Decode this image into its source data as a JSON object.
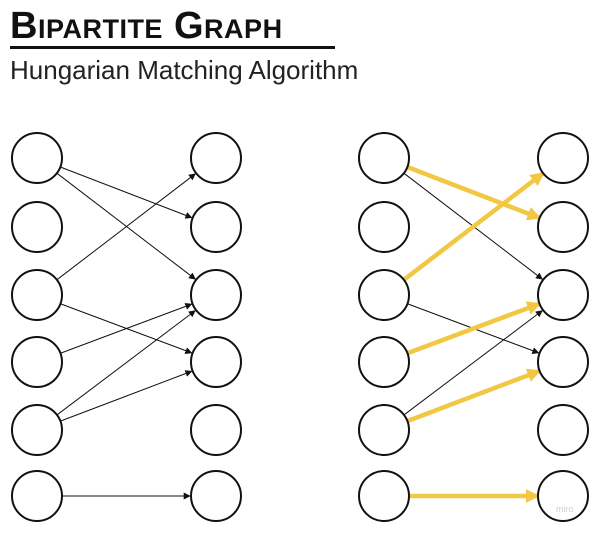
{
  "title": "Bipartite Graph",
  "subtitle": "Hungarian Matching Algorithm",
  "watermark": "miro",
  "colors": {
    "stroke": "#111111",
    "highlight": "#f2c744",
    "node_fill": "#ffffff"
  },
  "diagrams": [
    {
      "name": "original-graph",
      "left_nodes": 6,
      "right_nodes": 6,
      "edges": [
        {
          "from": 1,
          "to": 2,
          "highlight": false
        },
        {
          "from": 1,
          "to": 3,
          "highlight": false
        },
        {
          "from": 3,
          "to": 1,
          "highlight": false
        },
        {
          "from": 3,
          "to": 4,
          "highlight": false
        },
        {
          "from": 4,
          "to": 3,
          "highlight": false
        },
        {
          "from": 5,
          "to": 3,
          "highlight": false
        },
        {
          "from": 5,
          "to": 4,
          "highlight": false
        },
        {
          "from": 6,
          "to": 6,
          "highlight": false
        }
      ]
    },
    {
      "name": "matched-graph",
      "left_nodes": 6,
      "right_nodes": 6,
      "edges": [
        {
          "from": 1,
          "to": 3,
          "highlight": false
        },
        {
          "from": 3,
          "to": 4,
          "highlight": false
        },
        {
          "from": 5,
          "to": 3,
          "highlight": false
        },
        {
          "from": 1,
          "to": 2,
          "highlight": true
        },
        {
          "from": 3,
          "to": 1,
          "highlight": true
        },
        {
          "from": 4,
          "to": 3,
          "highlight": true
        },
        {
          "from": 5,
          "to": 4,
          "highlight": true
        },
        {
          "from": 6,
          "to": 6,
          "highlight": true
        }
      ]
    }
  ]
}
